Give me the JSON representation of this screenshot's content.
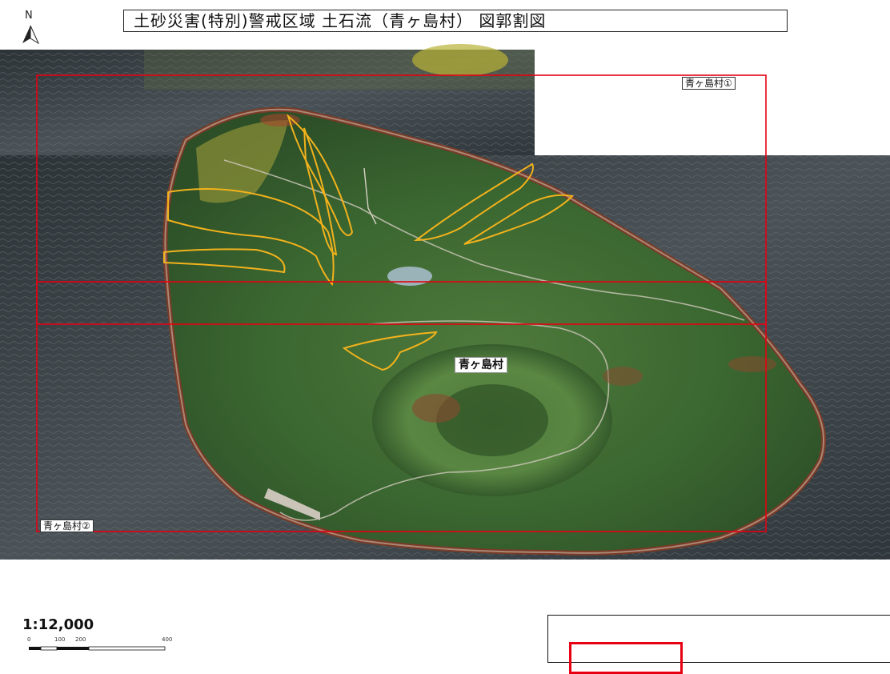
{
  "title": "土砂災害(特別)警戒区域 土石流（青ヶ島村） 図郭割図",
  "north_arrow_label": "N",
  "frames": [
    {
      "label": "青ヶ島村①"
    },
    {
      "label": "青ヶ島村②"
    }
  ],
  "island_label": "青ヶ島村",
  "scale": {
    "text": "1:12,000",
    "ticks": [
      "0",
      "100",
      "200",
      "400"
    ]
  },
  "colors": {
    "frame": "#e60012",
    "hazard_zone": "#f2b21c",
    "sea": "#3a4248",
    "island": "#3f6b34"
  }
}
